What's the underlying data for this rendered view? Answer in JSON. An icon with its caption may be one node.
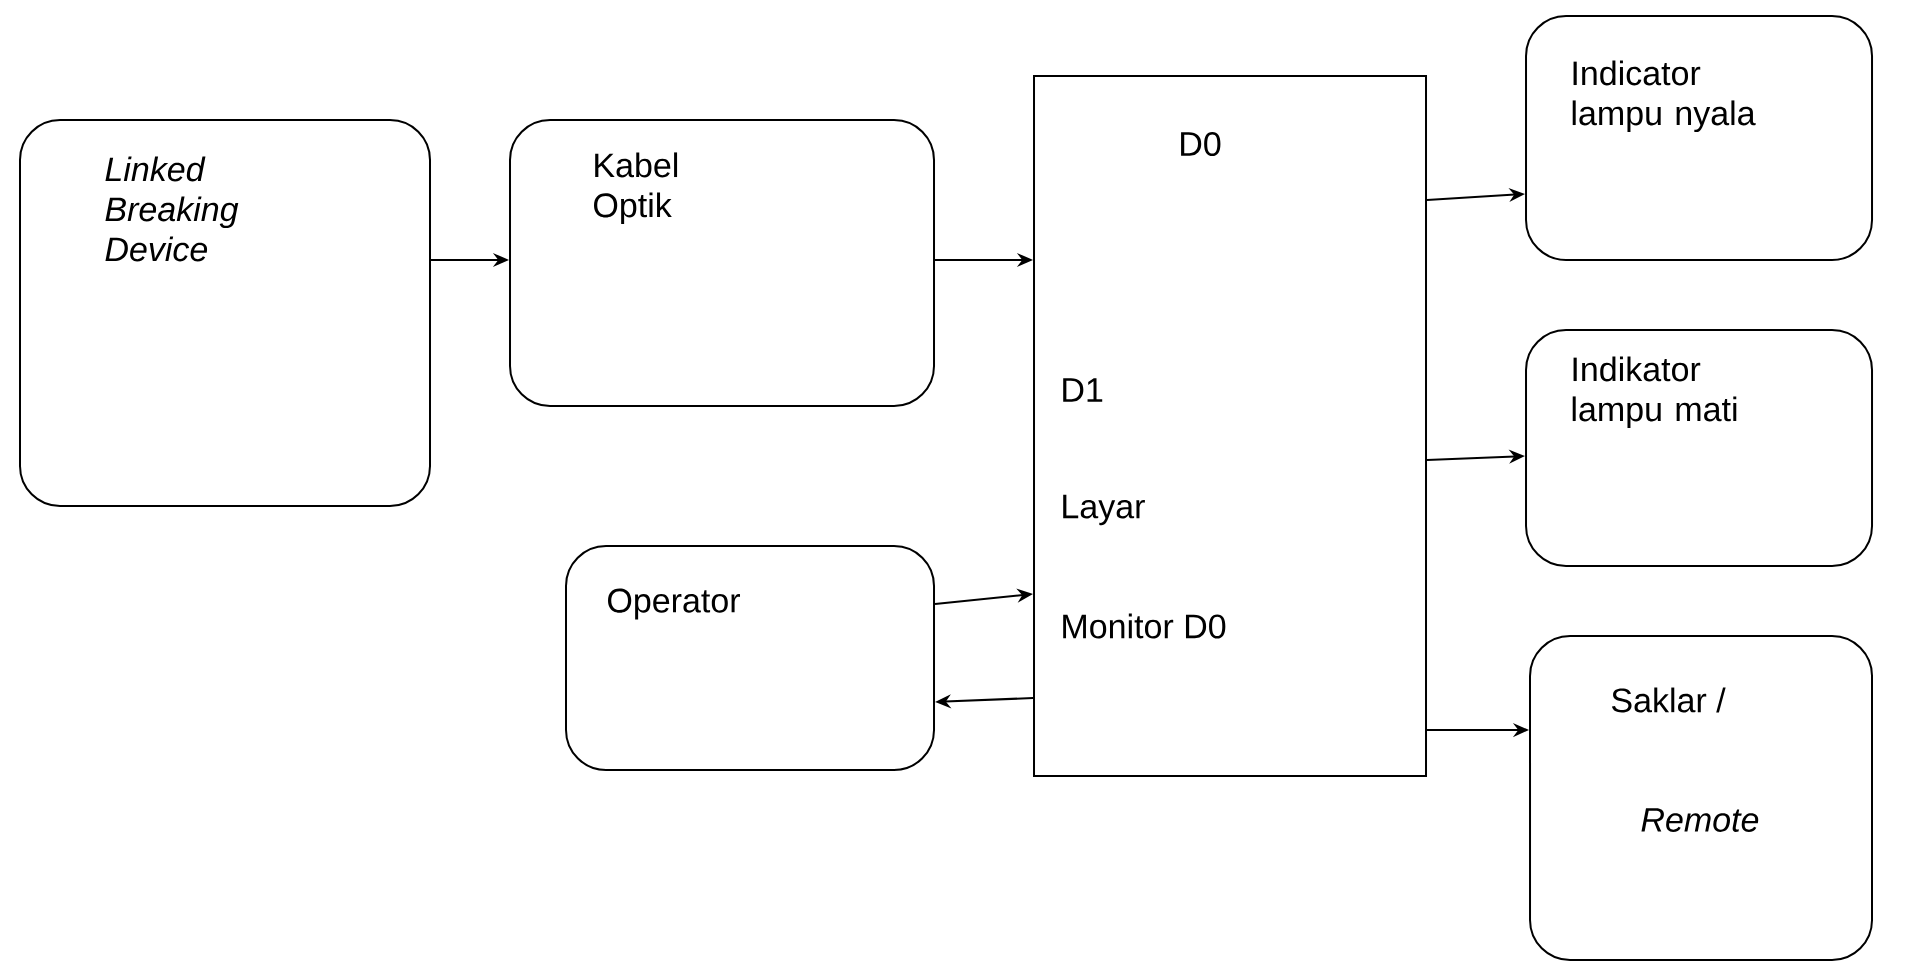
{
  "diagram": {
    "nodes": [
      {
        "text": [
          "Linked Breaking Device"
        ]
      },
      {
        "text": [
          "Kabel Optik"
        ]
      },
      {
        "text": [
          "D0",
          "D1",
          "Layar",
          "Monitor D0"
        ]
      },
      {
        "text": [
          "Indicator lampu nyala"
        ]
      },
      {
        "text": [
          "Indikator lampu mati"
        ]
      },
      {
        "text": [
          "Operator"
        ]
      },
      {
        "text": [
          "Saklar /",
          "Remote"
        ]
      }
    ],
    "edges": [
      {
        "from": 0,
        "to": 1,
        "arrow": "to"
      },
      {
        "from": 1,
        "to": 2,
        "arrow": "to"
      },
      {
        "from": 2,
        "to": 3,
        "arrow": "to"
      },
      {
        "from": 2,
        "to": 4,
        "arrow": "to"
      },
      {
        "from": 2,
        "to": 6,
        "arrow": "to"
      },
      {
        "from": 5,
        "to": 2,
        "arrow": "to"
      },
      {
        "from": 2,
        "to": 5,
        "arrow": "to"
      }
    ]
  }
}
